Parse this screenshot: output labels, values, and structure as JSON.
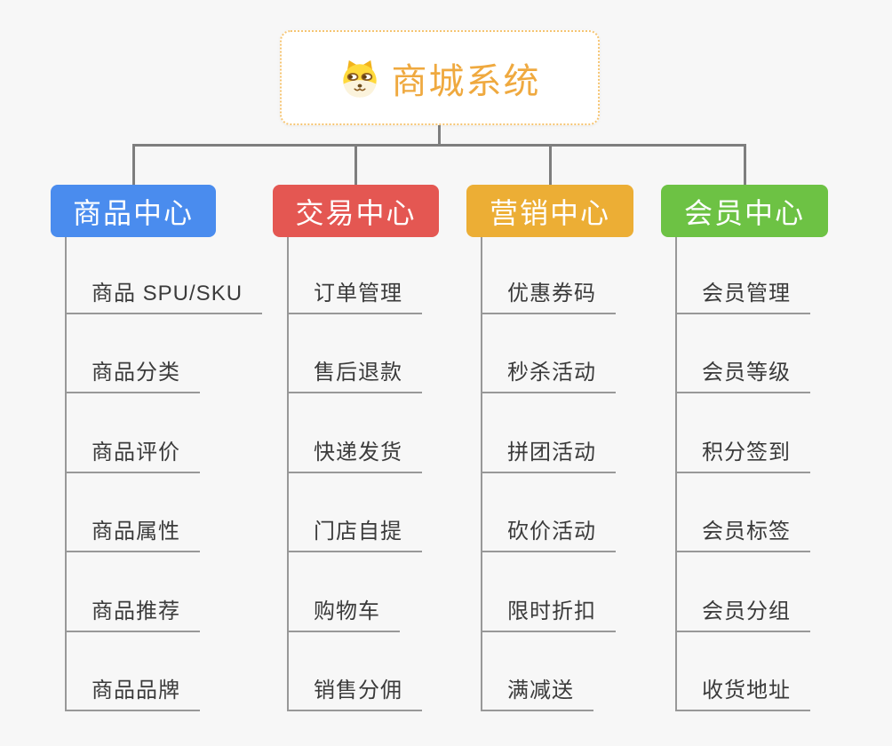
{
  "root": {
    "title": "商城系统",
    "icon": "dog-face-icon"
  },
  "branches": [
    {
      "label": "商品中心",
      "color": "#4A8CEE",
      "items": [
        "商品 SPU/SKU",
        "商品分类",
        "商品评价",
        "商品属性",
        "商品推荐",
        "商品品牌"
      ]
    },
    {
      "label": "交易中心",
      "color": "#E45752",
      "items": [
        "订单管理",
        "售后退款",
        "快递发货",
        "门店自提",
        "购物车",
        "销售分佣"
      ]
    },
    {
      "label": "营销中心",
      "color": "#ECAE35",
      "items": [
        "优惠券码",
        "秒杀活动",
        "拼团活动",
        "砍价活动",
        "限时折扣",
        "满减送"
      ]
    },
    {
      "label": "会员中心",
      "color": "#6DC244",
      "items": [
        "会员管理",
        "会员等级",
        "积分签到",
        "会员标签",
        "会员分组",
        "收货地址"
      ]
    }
  ],
  "colors": {
    "background": "#F7F7F7",
    "connector": "#7E7E7E",
    "underline": "#989898",
    "leaf_text": "#3B3B3B",
    "root_border": "#F6C573",
    "root_text": "#EFA93F",
    "header_text": "#FFFFFF"
  }
}
